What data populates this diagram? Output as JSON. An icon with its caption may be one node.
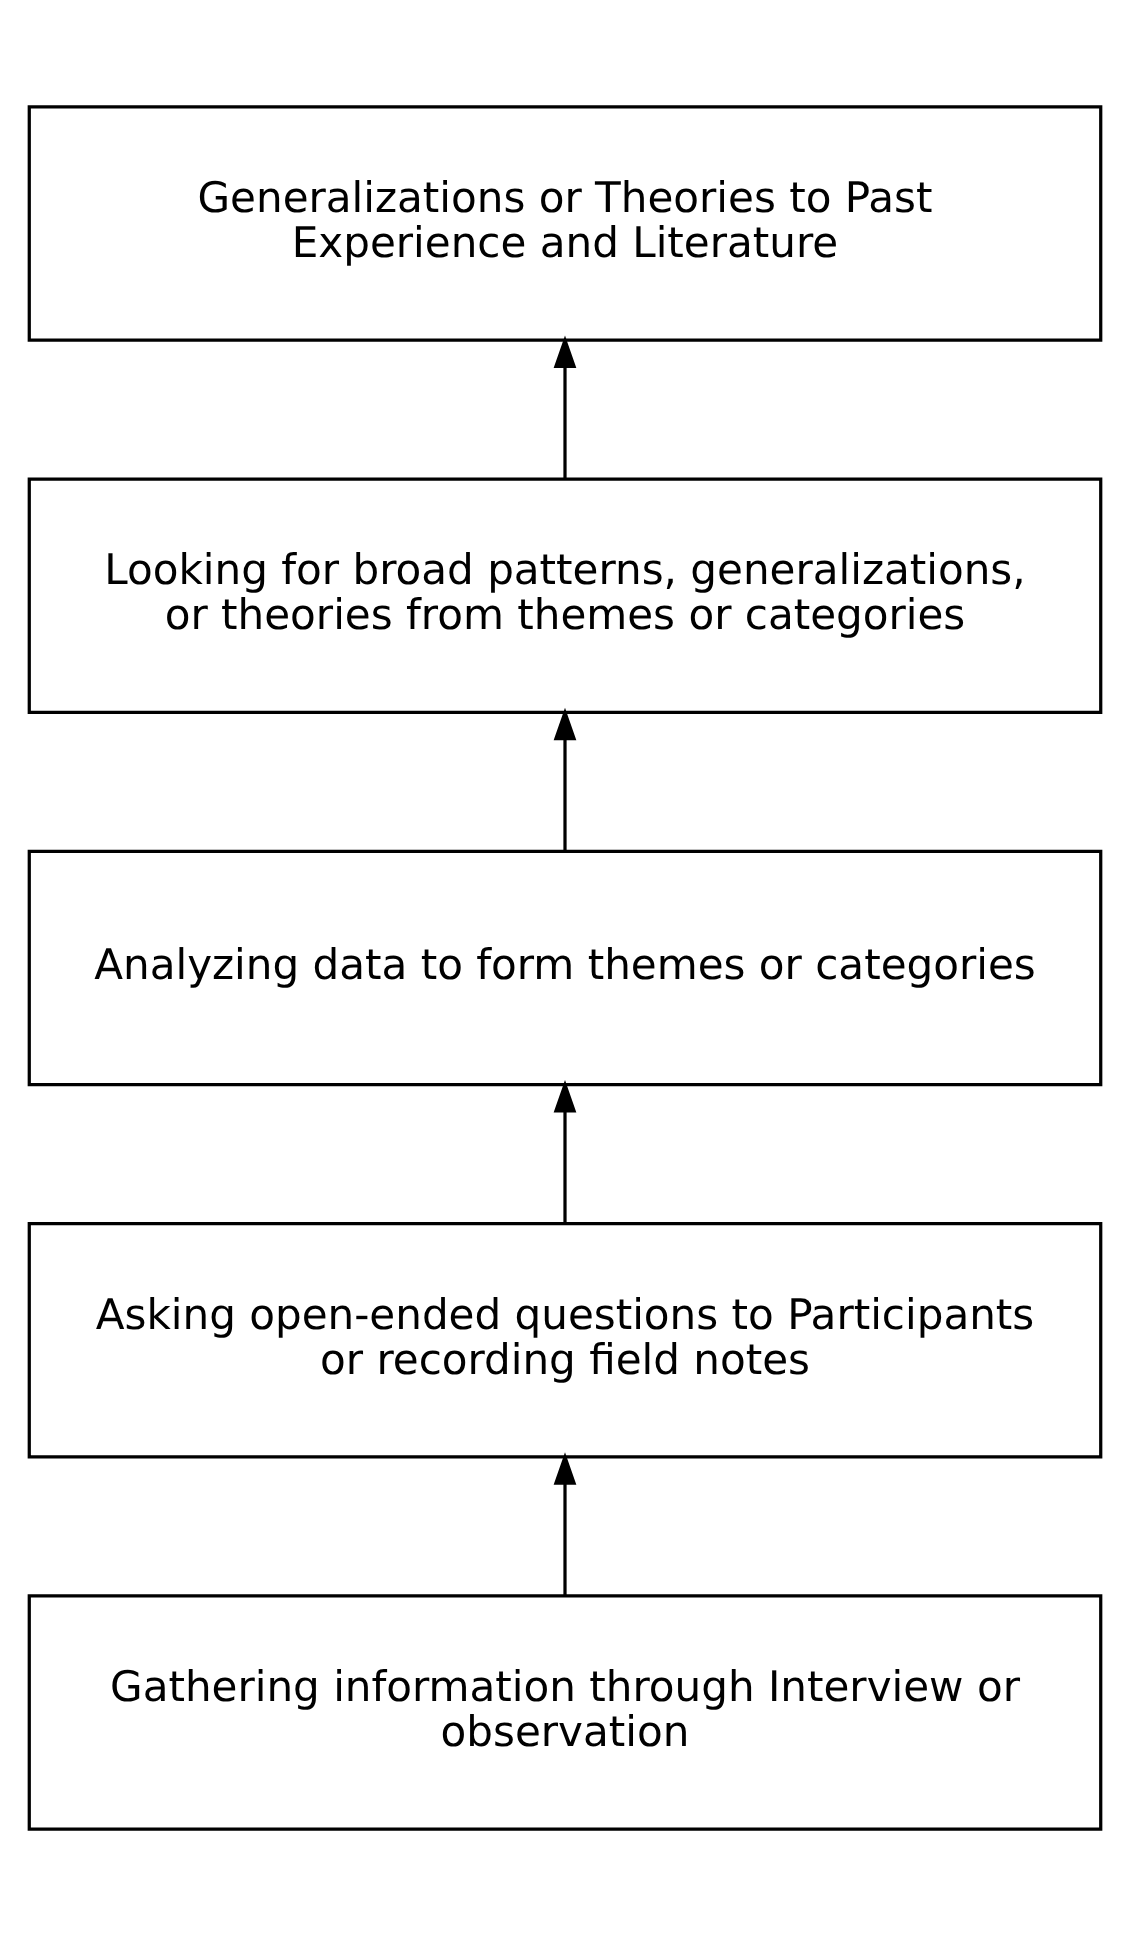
{
  "diagram": {
    "nodes": [
      {
        "text": [
          "Generalizations or Theories to Past Experience and Literature"
        ]
      },
      {
        "text": [
          "Looking for broad patterns, generalizations, or theories from themes or categories"
        ]
      },
      {
        "text": [
          "Analyzing data to form themes or categories"
        ]
      },
      {
        "text": [
          "Asking open-ended questions to Participants or recording field notes"
        ]
      },
      {
        "text": [
          "Gathering information through Interview or observation"
        ]
      }
    ],
    "edges": [
      {
        "from": 4,
        "to": 3,
        "arrow": "to"
      },
      {
        "from": 3,
        "to": 2,
        "arrow": "to"
      },
      {
        "from": 2,
        "to": 1,
        "arrow": "to"
      },
      {
        "from": 1,
        "to": 0,
        "arrow": "to"
      }
    ]
  }
}
